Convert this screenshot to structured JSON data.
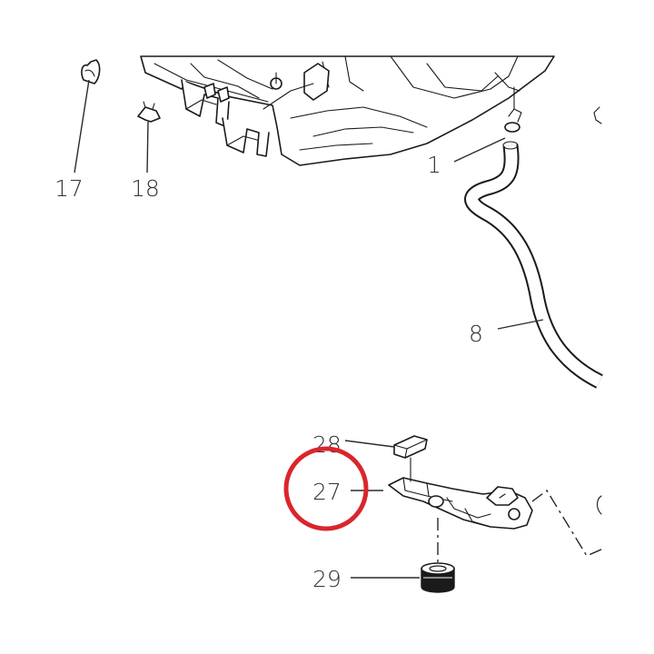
{
  "diagram": {
    "callouts": {
      "p1": "1",
      "p8": "8",
      "p17": "17",
      "p18": "18",
      "p27": "27",
      "p28": "28",
      "p29": "29"
    },
    "highlight_color": "#d9262c",
    "highlighted_part": "27"
  }
}
